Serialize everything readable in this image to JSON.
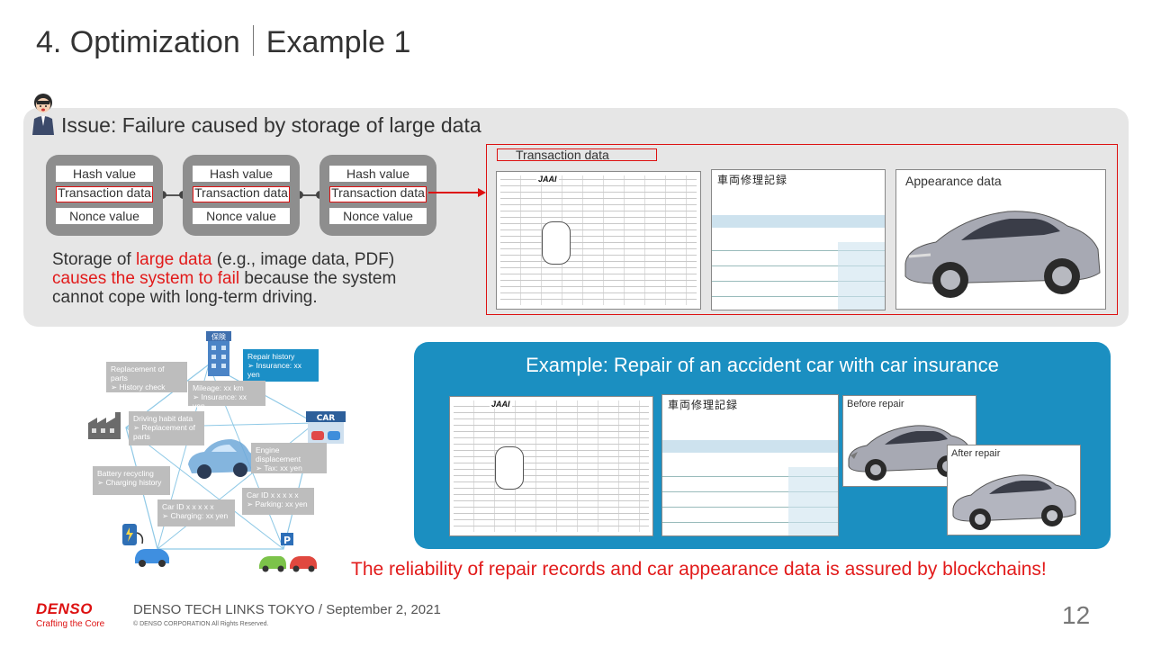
{
  "slide": {
    "title_prefix": "4. Optimization",
    "title_suffix": "Example 1"
  },
  "issue": {
    "title": "Issue: Failure caused by storage of large data",
    "blocks": [
      {
        "hash": "Hash value",
        "transaction": "Transaction data",
        "nonce": "Nonce value"
      },
      {
        "hash": "Hash value",
        "transaction": "Transaction data",
        "nonce": "Nonce value"
      },
      {
        "hash": "Hash value",
        "transaction": "Transaction data",
        "nonce": "Nonce value"
      }
    ],
    "storage_text": {
      "part1": "Storage of ",
      "part2_red": "large data",
      "part3": " (e.g., image data, PDF) ",
      "part4_red": "causes the system to fail",
      "part5": " because the system cannot cope with long-term driving."
    },
    "transaction_label": "Transaction data",
    "check_sheet_logo": "JAAI",
    "repair_record_title": "車両修理記録",
    "appearance_label": "Appearance data"
  },
  "network": {
    "replacement_parts": {
      "title": "Replacement of parts",
      "detail": "➢ History check"
    },
    "repair_history": {
      "title": "Repair history",
      "detail": "➢ Insurance: xx yen"
    },
    "mileage": {
      "title": "Mileage: xx km",
      "detail": "➢ Insurance: xx yen"
    },
    "driving_habit": {
      "title": "Driving habit data",
      "detail": "➢ Replacement of parts"
    },
    "engine": {
      "title": "Engine displacement",
      "detail": "➢ Tax: xx yen"
    },
    "battery": {
      "title": "Battery recycling",
      "detail": "➢ Charging history"
    },
    "car_id_charging": {
      "title": "Car ID x x x x x",
      "detail": "➢ Charging: xx yen"
    },
    "car_id_parking": {
      "title": "Car ID x x x x x",
      "detail": "➢ Parking: xx yen"
    },
    "insurance_sign": "保険",
    "car_sign": "CAR",
    "parking_sign": "P"
  },
  "example": {
    "title": "Example: Repair of an accident car with car insurance",
    "before_label": "Before repair",
    "after_label": "After repair"
  },
  "reliability_statement": "The reliability of repair records and car appearance data is assured by blockchains!",
  "footer": {
    "brand": "DENSO",
    "tagline": "Crafting the Core",
    "event": "DENSO TECH LINKS TOKYO / September 2, 2021",
    "copyright": "© DENSO CORPORATION All Rights Reserved.",
    "page_number": "12"
  },
  "colors": {
    "accent_red": "#e21a1a",
    "example_blue": "#1b8fc1",
    "panel_gray": "#e6e6e6",
    "block_gray": "#8e8e8e"
  }
}
